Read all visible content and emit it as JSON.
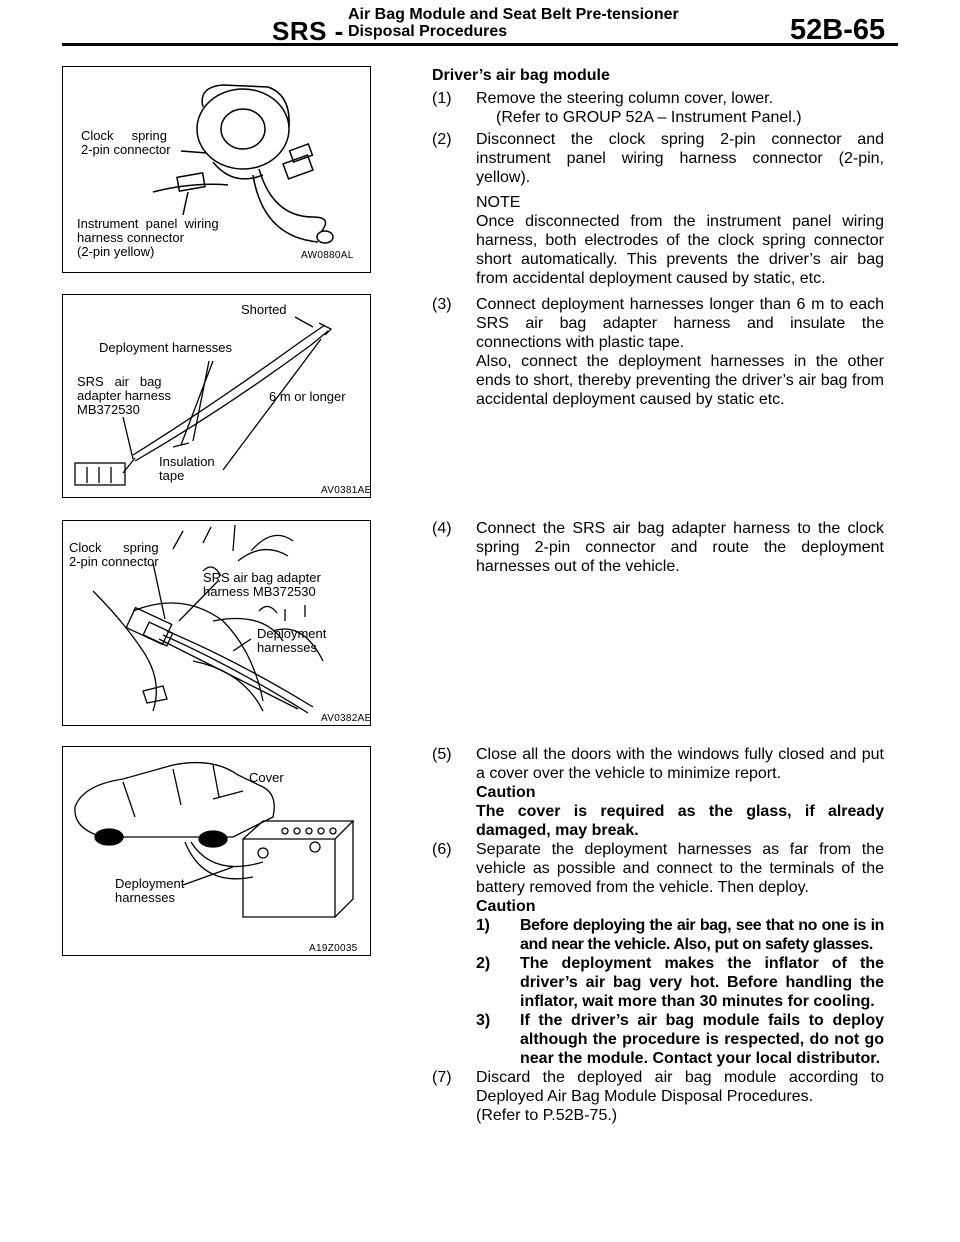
{
  "header": {
    "section": "SRS -",
    "title_line1": "Air Bag Module and Seat Belt Pre-tensioner",
    "title_line2": "Disposal Procedures",
    "page": "52B-65"
  },
  "figures": {
    "fig1": {
      "code": "AW0880AL",
      "labels": [
        "Clock     spring\n2-pin connector",
        "Instrument  panel  wiring\nharness connector\n(2-pin yellow)"
      ]
    },
    "fig2": {
      "code": "AV0381AE",
      "labels": [
        "Shorted",
        "Deployment harnesses",
        "SRS   air   bag\nadapter harness\nMB372530",
        "6 m or longer",
        "Insulation\ntape"
      ]
    },
    "fig3": {
      "code": "AV0382AE",
      "labels": [
        "Clock      spring\n2-pin connector",
        "SRS air bag adapter\nharness MB372530",
        "Deployment\nharnesses"
      ]
    },
    "fig4": {
      "code": "A19Z0035",
      "labels": [
        "Cover",
        "Deployment\nharnesses"
      ]
    }
  },
  "content": {
    "heading": "Driver’s  air  bag  module",
    "s1_num": "(1)",
    "s1_l1": "Remove the steering column cover, lower.",
    "s1_l2": "(Refer to GROUP 52A – Instrument Panel.)",
    "s2_num": "(2)",
    "s2_text": "Disconnect the clock spring 2-pin connector and instrument panel wiring harness connector (2-pin, yellow).",
    "note_label": "NOTE",
    "note_text": "Once disconnected from the instrument panel wiring harness, both electrodes of the clock spring connector short automatically. This prevents the driver’s air bag from accidental deployment caused by static, etc.",
    "s3_num": "(3)",
    "s3_text": "Connect deployment harnesses longer than 6 m to each SRS air bag adapter harness and insulate the connections with plastic tape.",
    "s3_text2": "Also, connect the deployment harnesses in the other ends to short, thereby preventing the driver’s air bag from accidental deployment caused by static etc.",
    "s4_num": "(4)",
    "s4_text": "Connect the SRS air bag adapter harness to the clock spring 2-pin connector and route the deployment harnesses out of the vehicle.",
    "s5_num": "(5)",
    "s5_text": "Close all the doors with the windows fully closed and put a cover over the vehicle to minimize report.",
    "caution1_label": "Caution",
    "caution1_text": "The cover is required as the glass, if already damaged, may break.",
    "s6_num": "(6)",
    "s6_text": "Separate the deployment harnesses as far from the vehicle as possible and connect to the terminals of the battery removed from the vehicle. Then deploy.",
    "caution2_label": "Caution",
    "c1_num": "1)",
    "c1_text": "Before deploying the air bag, see that no one is in and near the vehicle. Also, put on safety glasses.",
    "c2_num": "2)",
    "c2_text": "The deployment makes the inflator of the driver’s air bag very hot. Before handling the inflator, wait more than 30 minutes for cooling.",
    "c3_num": "3)",
    "c3_text": "If the driver’s air bag module fails to deploy although the procedure is respected, do not go near the module. Contact your local distributor.",
    "s7_num": "(7)",
    "s7_text": "Discard the deployed air bag module according to Deployed Air Bag Module Disposal Procedures.",
    "s7_ref": "(Refer to P.52B-75.)"
  }
}
